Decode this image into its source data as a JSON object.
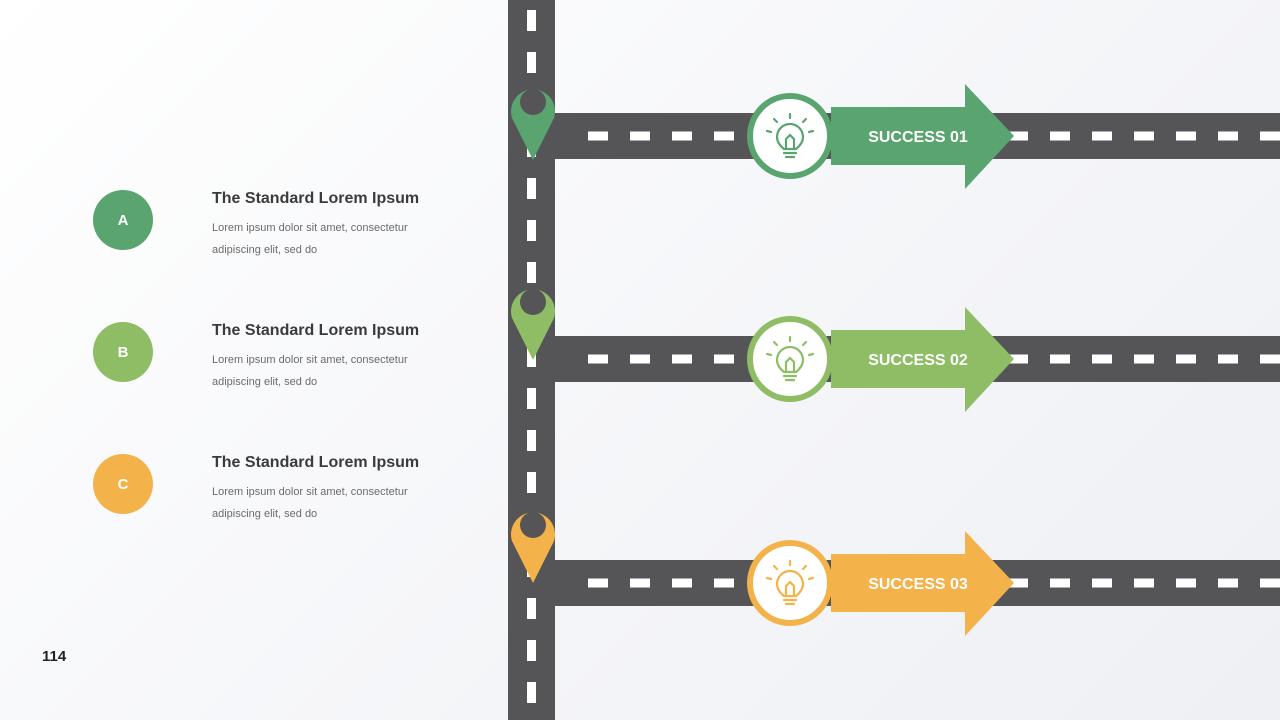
{
  "page_number": "114",
  "items": [
    {
      "letter": "A",
      "title": "The Standard Lorem Ipsum",
      "text": "Lorem ipsum dolor sit amet, consectetur adipiscing elit, sed do",
      "color": "#5aa46f"
    },
    {
      "letter": "B",
      "title": "The Standard Lorem Ipsum",
      "text": "Lorem ipsum dolor sit amet, consectetur adipiscing elit, sed do",
      "color": "#8ebd66"
    },
    {
      "letter": "C",
      "title": "The Standard Lorem Ipsum",
      "text": "Lorem ipsum dolor sit amet, consectetur adipiscing elit, sed do",
      "color": "#f3b24a"
    }
  ],
  "arrows": [
    {
      "label": "SUCCESS 01",
      "color": "#5aa46f",
      "icon": "lightbulb-icon"
    },
    {
      "label": "SUCCESS 02",
      "color": "#8ebd66",
      "icon": "lightbulb-icon"
    },
    {
      "label": "SUCCESS 03",
      "color": "#f3b24a",
      "icon": "lightbulb-icon"
    }
  ],
  "road_color": "#555558"
}
